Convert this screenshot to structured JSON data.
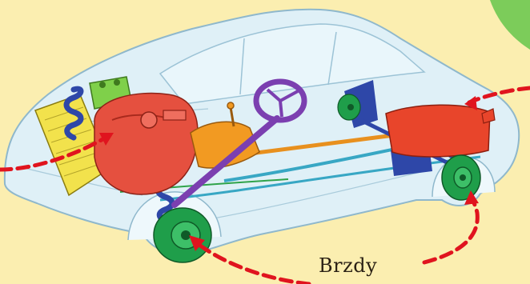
{
  "labels": {
    "brakes": "Brzdy"
  },
  "colors": {
    "background": "#fbeeb0",
    "body_shell": "#dff0f7",
    "body_outline": "#8fb8cc",
    "radiator": "#f2e24c",
    "battery": "#7fd04a",
    "engine": "#e5503f",
    "gearbox": "#f29a22",
    "steering_wheel": "#7b3fb0",
    "suspension_spring": "#2e47a8",
    "brake_disc": "#1f9e4a",
    "fuel_tank": "#e8452b",
    "arrow": "#e0141e",
    "corner_blob": "#7ccc5a"
  },
  "icons": [
    "car-cutaway-illustration",
    "dashed-arrow"
  ]
}
